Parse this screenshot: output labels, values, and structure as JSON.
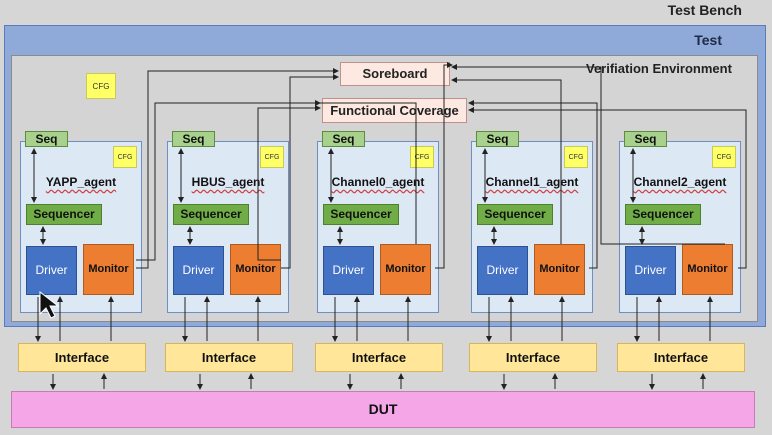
{
  "labels": {
    "testbench": "Test Bench",
    "test": "Test",
    "env": "Verifiation Environment",
    "env_cfg": "CFG",
    "scoreboard": "Soreboard",
    "coverage": "Functional Coverage",
    "dut": "DUT"
  },
  "agents": [
    {
      "name": "YAPP_agent",
      "seq": "Seq",
      "cfg": "CFG",
      "sequencer": "Sequencer",
      "driver": "Driver",
      "monitor": "Monitor",
      "interface": "Interface"
    },
    {
      "name": "HBUS_agent",
      "seq": "Seq",
      "cfg": "CFG",
      "sequencer": "Sequencer",
      "driver": "Driver",
      "monitor": "Monitor",
      "interface": "Interface"
    },
    {
      "name": "Channel0_agent",
      "seq": "Seq",
      "cfg": "CFG",
      "sequencer": "Sequencer",
      "driver": "Driver",
      "monitor": "Monitor",
      "interface": "Interface"
    },
    {
      "name": "Channel1_agent",
      "seq": "Seq",
      "cfg": "CFG",
      "sequencer": "Sequencer",
      "driver": "Driver",
      "monitor": "Monitor",
      "interface": "Interface"
    },
    {
      "name": "Channel2_agent",
      "seq": "Seq",
      "cfg": "CFG",
      "sequencer": "Sequencer",
      "driver": "Driver",
      "monitor": "Monitor",
      "interface": "Interface"
    }
  ],
  "colors": {
    "test_fill": "#8fa9d9",
    "env_fill": "#d4d4d4",
    "agent_fill": "#dde8f5",
    "seq_fill": "#a9d18e",
    "sequencer_fill": "#70ad47",
    "driver_fill": "#4472c4",
    "monitor_fill": "#ed7d31",
    "cfg_fill": "#ffff66",
    "interface_fill": "#ffe699",
    "dut_fill": "#f4a6e6",
    "scoreboard_fill": "#fde9e1"
  }
}
